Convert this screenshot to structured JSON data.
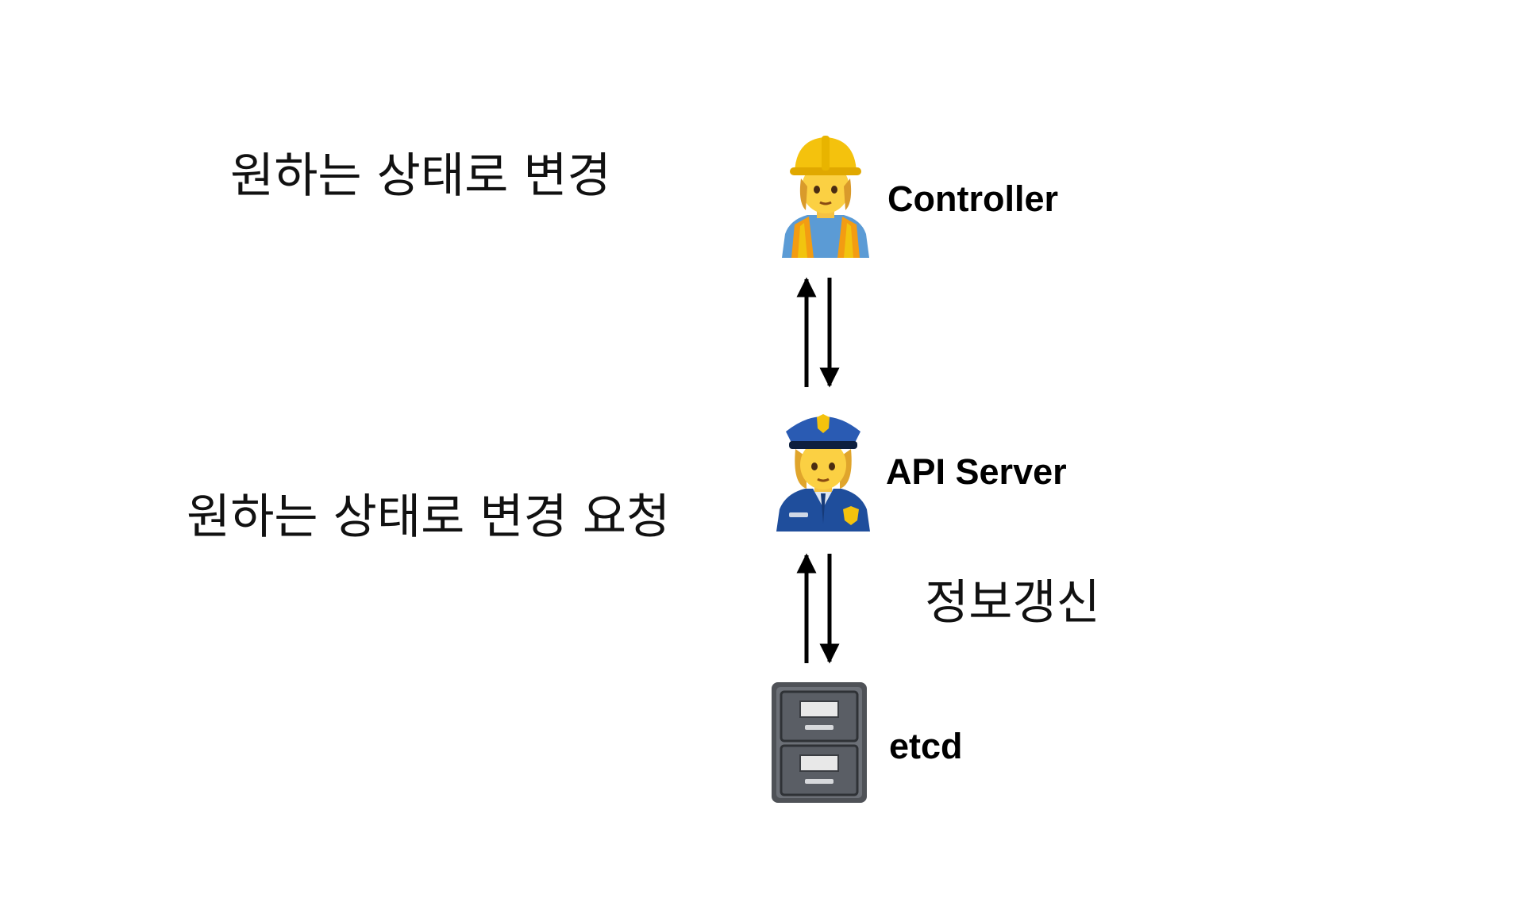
{
  "notes": {
    "controller_action": "원하는 상태로 변경",
    "api_request": "원하는 상태로 변경 요청",
    "etcd_update": "정보갱신"
  },
  "nodes": {
    "controller": {
      "label": "Controller",
      "icon": "construction-worker-icon"
    },
    "api_server": {
      "label": "API Server",
      "icon": "police-officer-icon"
    },
    "etcd": {
      "label": "etcd",
      "icon": "file-cabinet-icon"
    }
  },
  "colors": {
    "background": "#ffffff",
    "text": "#111111",
    "arrow": "#000000"
  }
}
